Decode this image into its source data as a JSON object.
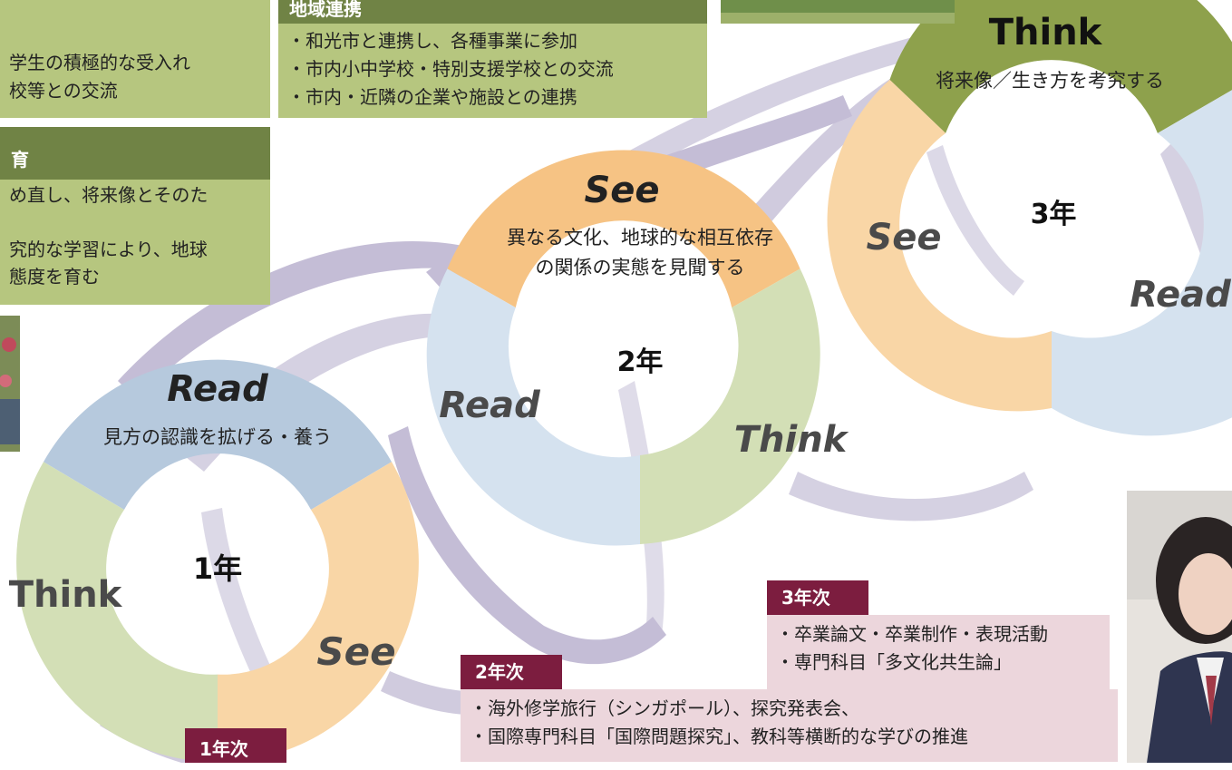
{
  "colors": {
    "read_blue": "#b6c9dd",
    "read_light": "#d5e2ef",
    "see_orange": "#f9d6a6",
    "see_top": "#f6c384",
    "think_green": "#d3dfb6",
    "think_dark": "#8ea14c",
    "ribbon": "#b4abcb",
    "box_green": "#b6c67f",
    "box_green_head": "#708345",
    "box_pink": "#ecd6dc",
    "box_pink_head": "#7c1d3f",
    "word_text": "#4a4a4a"
  },
  "boxes": {
    "top_left": {
      "lines": [
        "学生の積極的な受入れ",
        "校等との交流"
      ]
    },
    "top_center": {
      "title": "地域連携",
      "lines": [
        "・和光市と連携し、各種事業に参加",
        "・市内小中学校・特別支援学校との交流",
        "・市内・近隣の企業や施設との連携"
      ]
    },
    "mid_left": {
      "title": "育",
      "lines": [
        "め直し、将来像とそのた",
        "",
        "究的な学習により、地球",
        "態度を育む"
      ]
    },
    "year1": {
      "tag": "1年次"
    },
    "year2": {
      "tag": "2年次",
      "lines": [
        "・海外修学旅行（シンガポール）、探究発表会、",
        "・国際専門科目「国際問題探究」、教科等横断的な学びの推進"
      ]
    },
    "year3": {
      "tag": "3年次",
      "lines": [
        "・卒業論文・卒業制作・表現活動",
        "・専門科目「多文化共生論」"
      ]
    }
  },
  "cycles": [
    {
      "year": "1年",
      "head_word": "Read",
      "head_desc": [
        "見方の認識を拡げる・養う"
      ],
      "words": [
        "Think",
        "See"
      ]
    },
    {
      "year": "2年",
      "head_word": "See",
      "head_desc": [
        "異なる文化、地球的な相互依存",
        "の関係の実態を見聞する"
      ],
      "words": [
        "Read",
        "Think"
      ]
    },
    {
      "year": "3年",
      "head_word": "Think",
      "head_desc": [
        "将来像／生き方を考究する"
      ],
      "words": [
        "See",
        "Read"
      ]
    }
  ]
}
